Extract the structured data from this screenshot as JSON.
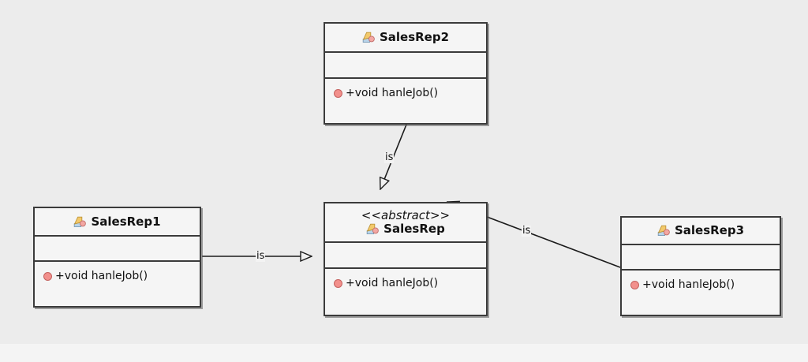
{
  "diagram": {
    "type": "uml-class-diagram",
    "background_color": "#ececec",
    "box_fill_color": "#f5f5f5",
    "box_border_color": "#3b3b3b",
    "visibility_marker_color": "#f2908c",
    "classes": [
      {
        "id": "salesrep2",
        "name": "SalesRep2",
        "stereotype": "",
        "icon": "uml-class-icon",
        "attributes": [],
        "operations": [
          {
            "visibility": "public",
            "signature": "+void hanleJob()"
          }
        ]
      },
      {
        "id": "salesrep",
        "name": "SalesRep",
        "stereotype": "<<abstract>>",
        "icon": "uml-class-icon",
        "attributes": [],
        "operations": [
          {
            "visibility": "public",
            "signature": "+void hanleJob()"
          }
        ]
      },
      {
        "id": "salesrep1",
        "name": "SalesRep1",
        "stereotype": "",
        "icon": "uml-class-icon",
        "attributes": [],
        "operations": [
          {
            "visibility": "public",
            "signature": "+void hanleJob()"
          }
        ]
      },
      {
        "id": "salesrep3",
        "name": "SalesRep3",
        "stereotype": "",
        "icon": "uml-class-icon",
        "attributes": [],
        "operations": [
          {
            "visibility": "public",
            "signature": "+void hanleJob()"
          }
        ]
      }
    ],
    "relationships": [
      {
        "id": "rel-2-to-base",
        "from": "salesrep2",
        "to": "salesrep",
        "kind": "generalization",
        "label": "is"
      },
      {
        "id": "rel-1-to-base",
        "from": "salesrep1",
        "to": "salesrep",
        "kind": "generalization",
        "label": "is"
      },
      {
        "id": "rel-3-to-base",
        "from": "salesrep3",
        "to": "salesrep",
        "kind": "generalization",
        "label": "is"
      }
    ]
  }
}
